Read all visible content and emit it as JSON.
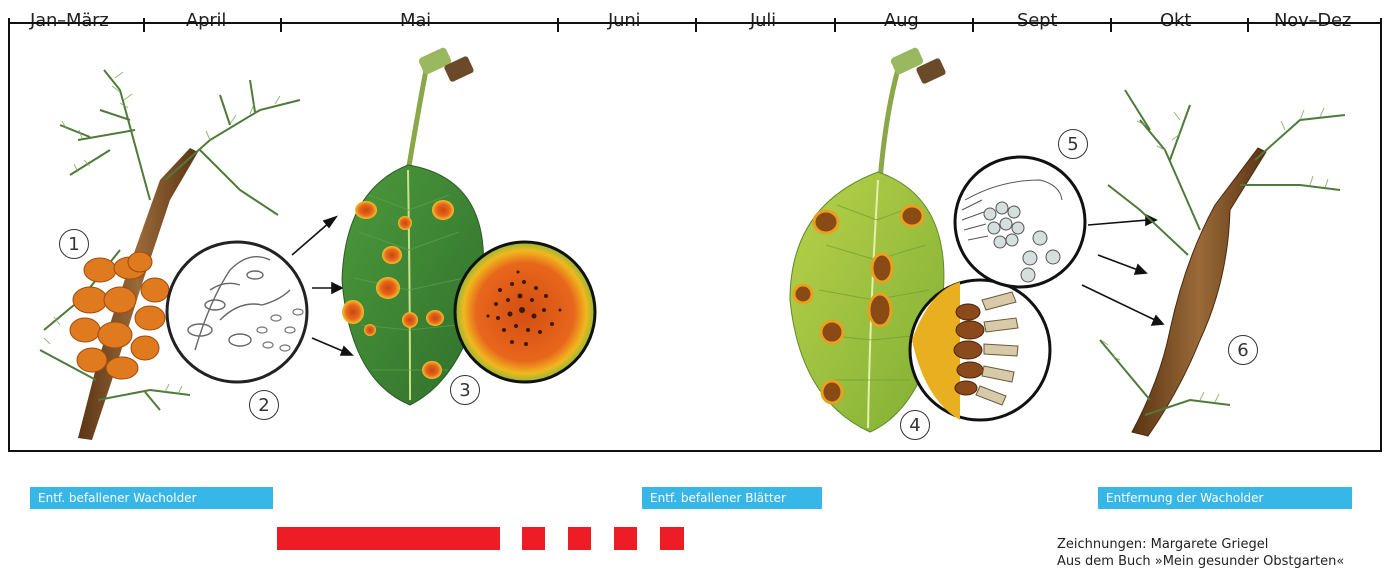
{
  "months": [
    "Jan–März",
    "April",
    "Mai",
    "Juni",
    "Juli",
    "Aug",
    "Sept",
    "Okt",
    "Nov–Dez"
  ],
  "stage_numbers": [
    "1",
    "2",
    "3",
    "4",
    "5",
    "6"
  ],
  "bands": [
    {
      "label": "Entf. befallener Wacholder"
    },
    {
      "label": "Entf. befallener Blätter"
    },
    {
      "label": "Entfernung der Wacholder"
    }
  ],
  "credits": {
    "line1": "Zeichnungen: Margarete Griegel",
    "line2": "Aus dem Buch »Mein gesunder Obstgarten«"
  },
  "colors": {
    "band": "#37b6e8",
    "treatment": "#ee1c25",
    "leaf_green": "#3f8a3a",
    "leaf_yellow_green": "#a8c63c",
    "rust_orange": "#e8661c",
    "bark": "#7a4a24"
  }
}
